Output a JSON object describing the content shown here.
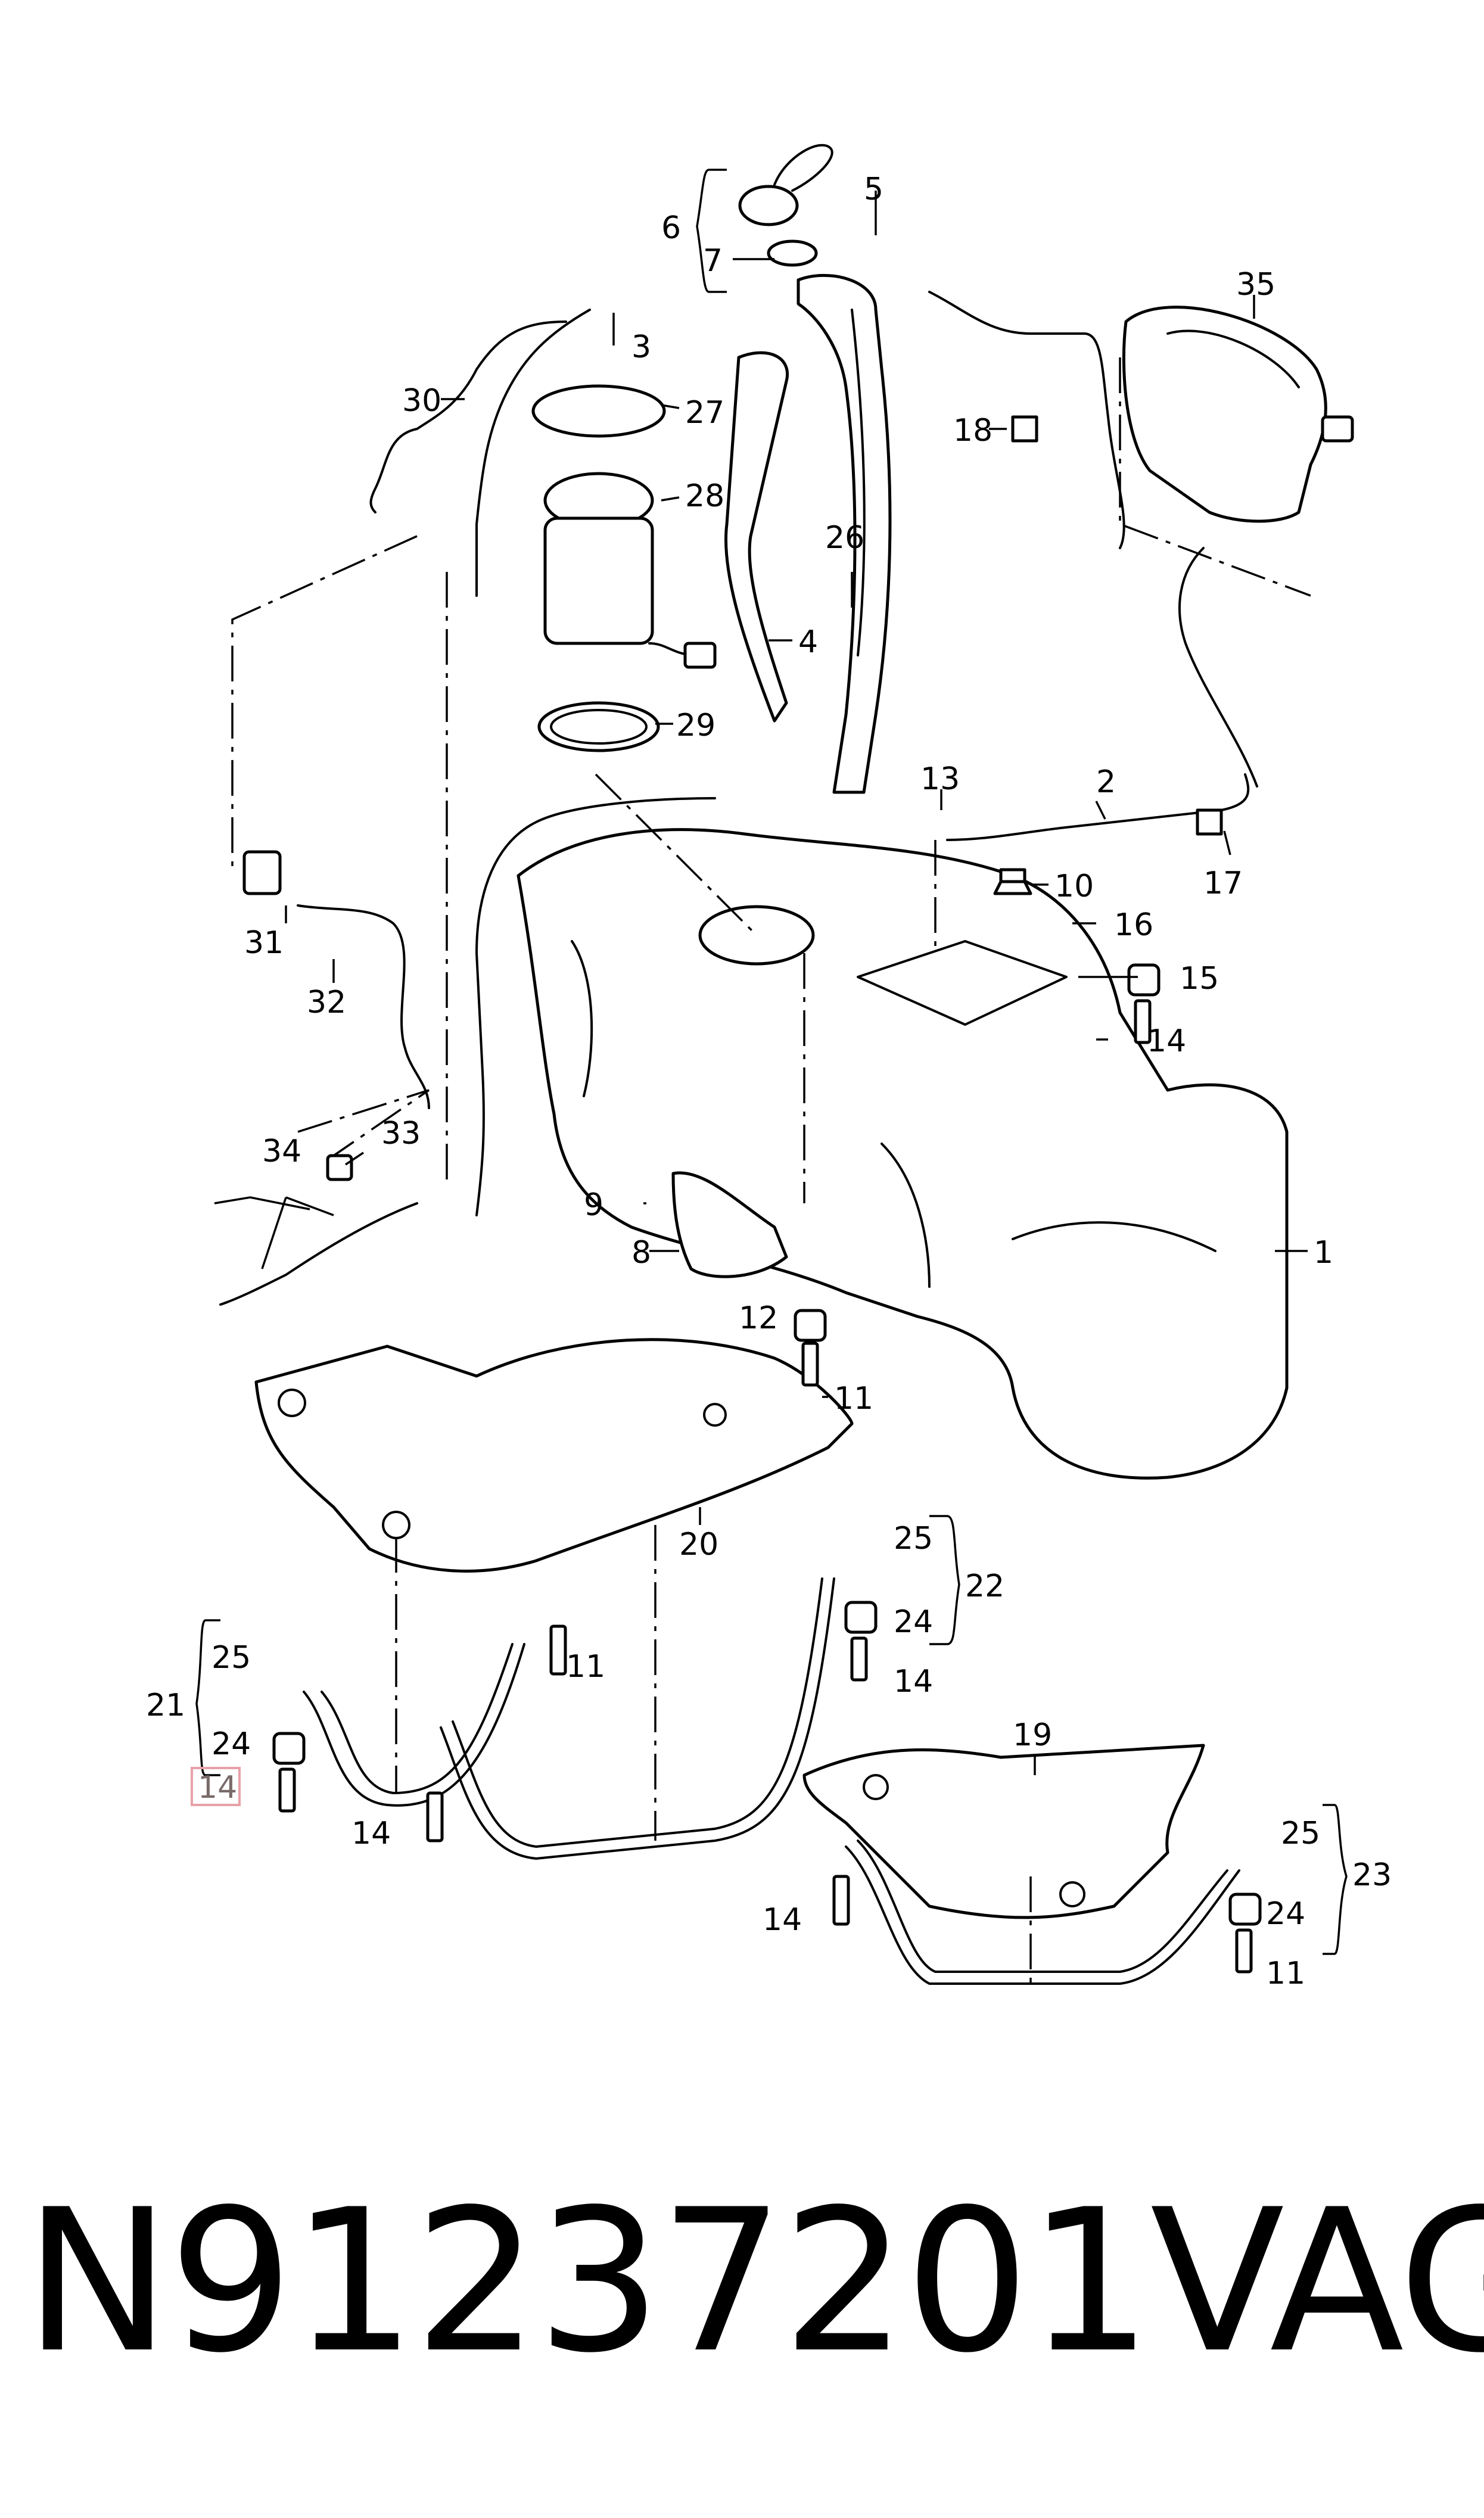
{
  "callouts": [
    {
      "id": "c1",
      "label": "1"
    },
    {
      "id": "c2",
      "label": "2"
    },
    {
      "id": "c3",
      "label": "3"
    },
    {
      "id": "c4",
      "label": "4"
    },
    {
      "id": "c5",
      "label": "5"
    },
    {
      "id": "c6",
      "label": "6"
    },
    {
      "id": "c7",
      "label": "7"
    },
    {
      "id": "c8",
      "label": "8"
    },
    {
      "id": "c9",
      "label": "9"
    },
    {
      "id": "c10",
      "label": "10"
    },
    {
      "id": "c11a",
      "label": "11"
    },
    {
      "id": "c11b",
      "label": "11"
    },
    {
      "id": "c11c",
      "label": "11"
    },
    {
      "id": "c12",
      "label": "12"
    },
    {
      "id": "c13",
      "label": "13"
    },
    {
      "id": "c14a",
      "label": "14"
    },
    {
      "id": "c14b",
      "label": "14"
    },
    {
      "id": "c14c",
      "label": "14"
    },
    {
      "id": "c14d",
      "label": "14"
    },
    {
      "id": "c14e",
      "label": "14"
    },
    {
      "id": "c14f",
      "label": "14"
    },
    {
      "id": "c15",
      "label": "15"
    },
    {
      "id": "c16",
      "label": "16"
    },
    {
      "id": "c17",
      "label": "17"
    },
    {
      "id": "c18",
      "label": "18"
    },
    {
      "id": "c19",
      "label": "19"
    },
    {
      "id": "c20",
      "label": "20"
    },
    {
      "id": "c21",
      "label": "21"
    },
    {
      "id": "c22",
      "label": "22"
    },
    {
      "id": "c23",
      "label": "23"
    },
    {
      "id": "c24a",
      "label": "24"
    },
    {
      "id": "c24b",
      "label": "24"
    },
    {
      "id": "c24c",
      "label": "24"
    },
    {
      "id": "c25a",
      "label": "25"
    },
    {
      "id": "c25b",
      "label": "25"
    },
    {
      "id": "c25c",
      "label": "25"
    },
    {
      "id": "c26",
      "label": "26"
    },
    {
      "id": "c27",
      "label": "27"
    },
    {
      "id": "c28",
      "label": "28"
    },
    {
      "id": "c29",
      "label": "29"
    },
    {
      "id": "c30",
      "label": "30"
    },
    {
      "id": "c31",
      "label": "31"
    },
    {
      "id": "c32",
      "label": "32"
    },
    {
      "id": "c33",
      "label": "33"
    },
    {
      "id": "c34",
      "label": "34"
    },
    {
      "id": "c35",
      "label": "35"
    }
  ],
  "highlighted_callout": "c14f",
  "highlight_color": "#e8a0a8",
  "footer": {
    "part_number": "N91237201",
    "brand": "VAG"
  }
}
